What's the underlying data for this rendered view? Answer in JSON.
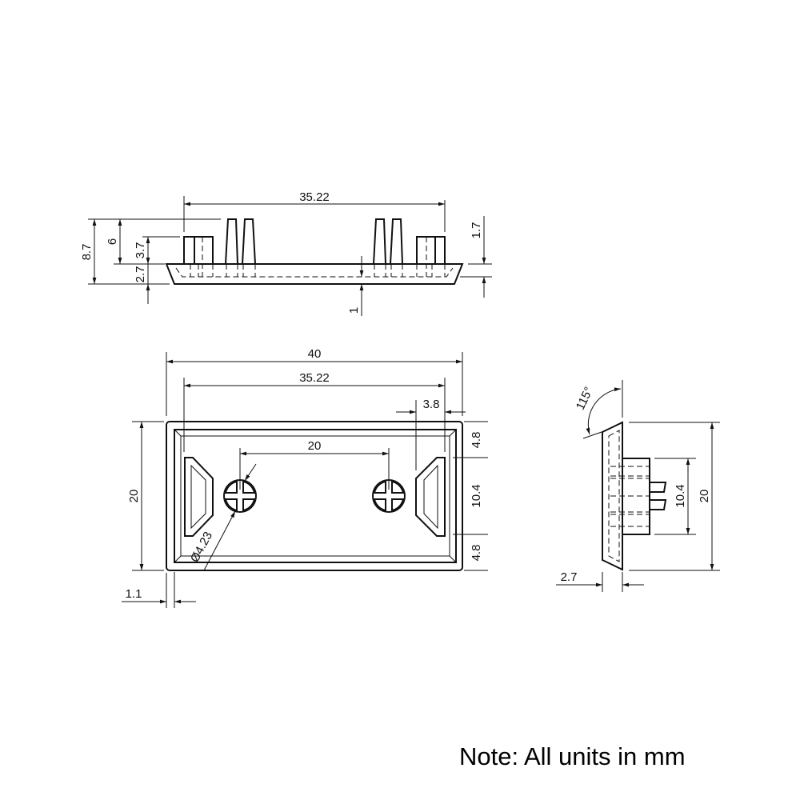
{
  "side_view": {
    "width_inner": "35.22",
    "total_height": "8.7",
    "pin_height": "6",
    "boss_height": "3.7",
    "base_height": "2.7",
    "base_offset": "1",
    "pin_top": "1.7"
  },
  "front_view": {
    "width_outer": "40",
    "width_inner": "35.22",
    "height": "20",
    "boss_spacing": "20",
    "hole_diameter": "Ø4.23",
    "slot_offset": "3.8",
    "top_margin": "4.8",
    "mid_span": "10.4",
    "bottom_margin": "4.8",
    "rim": "1.1"
  },
  "end_view": {
    "angle": "115°",
    "boss_span": "10.4",
    "height": "20",
    "thickness": "2.7"
  },
  "note": "Note: All units in mm"
}
